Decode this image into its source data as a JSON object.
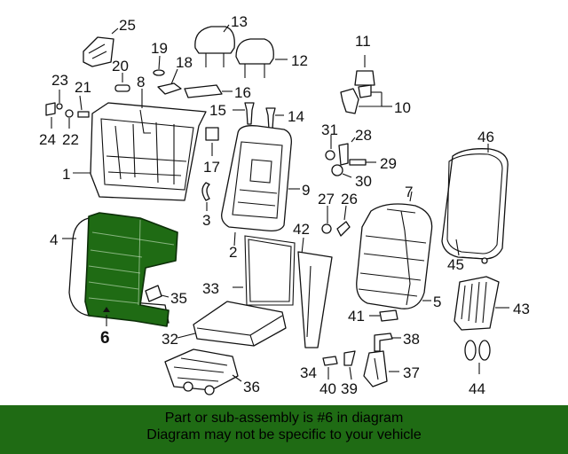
{
  "callouts": {
    "c1": "1",
    "c2": "2",
    "c3": "3",
    "c4": "4",
    "c5": "5",
    "c6": "6",
    "c7": "7",
    "c8": "8",
    "c9": "9",
    "c10": "10",
    "c11": "11",
    "c12": "12",
    "c13": "13",
    "c14": "14",
    "c15": "15",
    "c16": "16",
    "c17": "17",
    "c18": "18",
    "c19": "19",
    "c20": "20",
    "c21": "21",
    "c22": "22",
    "c23": "23",
    "c24": "24",
    "c25": "25",
    "c26": "26",
    "c27": "27",
    "c28": "28",
    "c29": "29",
    "c30": "30",
    "c31": "31",
    "c32": "32",
    "c33": "33",
    "c34": "34",
    "c35": "35",
    "c36": "36",
    "c37": "37",
    "c38": "38",
    "c39": "39",
    "c40": "40",
    "c41": "41",
    "c42": "42",
    "c43": "43",
    "c44": "44",
    "c45": "45",
    "c46": "46"
  },
  "highlight": {
    "part_number": "6",
    "color": "#1f6b14"
  },
  "banner": {
    "line1": "Part or sub-assembly is #6 in diagram",
    "line2": "Diagram may not be specific to your vehicle",
    "background": "#1f6b14"
  }
}
